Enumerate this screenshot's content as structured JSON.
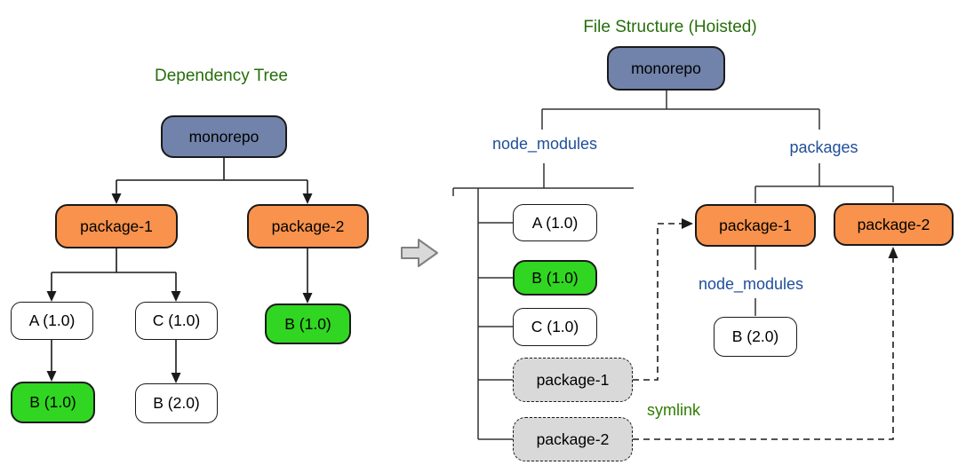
{
  "diagram": {
    "left": {
      "title": "Dependency Tree",
      "nodes": {
        "monorepo": "monorepo",
        "package1": "package-1",
        "package2": "package-2",
        "a": "A (1.0)",
        "c": "C (1.0)",
        "b1_under_a": "B (1.0)",
        "b2_under_c": "B (2.0)",
        "b1_under_package2": "B (1.0)"
      }
    },
    "right": {
      "title": "File Structure (Hoisted)",
      "folder_labels": {
        "node_modules_root": "node_modules",
        "packages": "packages",
        "node_modules_package1": "node_modules"
      },
      "nodes": {
        "monorepo": "monorepo",
        "a": "A (1.0)",
        "b1": "B (1.0)",
        "c": "C (1.0)",
        "package1_symlink": "package-1",
        "package2_symlink": "package-2",
        "package1": "package-1",
        "package2": "package-2",
        "b2": "B (2.0)"
      },
      "symlink_label": "symlink"
    },
    "colors": {
      "title_green": "#256e0a",
      "folder_label_blue": "#1f4e99",
      "symlink_text_green": "#2e7d00",
      "monorepo_fill": "#7183ab",
      "package_fill_orange": "#f8924c",
      "hoisted_b_fill_green": "#30d621",
      "symlink_box_fill_gray": "#d9d9d9",
      "plain_box_fill": "#ffffff",
      "edge_color": "#1a1a1a",
      "block_arrow_fill": "#d9d9d9"
    }
  }
}
